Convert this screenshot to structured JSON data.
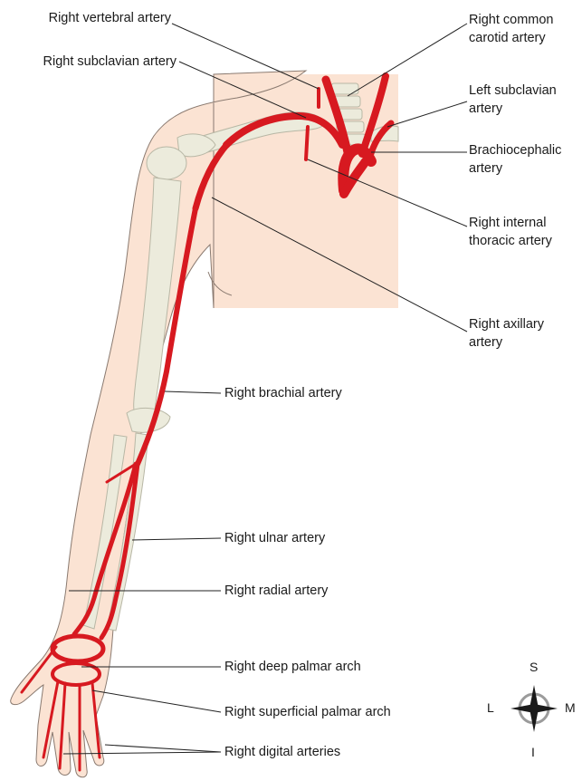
{
  "labels": {
    "right_vertebral_artery": "Right vertebral artery",
    "right_subclavian_artery": "Right subclavian artery",
    "right_common_carotid_artery_line1": "Right common",
    "right_common_carotid_artery_line2": "carotid artery",
    "left_subclavian_artery_line1": "Left subclavian",
    "left_subclavian_artery_line2": "artery",
    "brachiocephalic_artery_line1": "Brachiocephalic",
    "brachiocephalic_artery_line2": "artery",
    "right_internal_thoracic_artery_line1": "Right internal",
    "right_internal_thoracic_artery_line2": "thoracic artery",
    "right_axillary_artery_line1": "Right axillary",
    "right_axillary_artery_line2": "artery",
    "right_brachial_artery": "Right brachial artery",
    "right_ulnar_artery": "Right ulnar artery",
    "right_radial_artery": "Right radial artery",
    "right_deep_palmar_arch": "Right deep palmar arch",
    "right_superficial_palmar_arch": "Right superficial palmar arch",
    "right_digital_arteries": "Right digital arteries"
  },
  "compass": {
    "superior": "S",
    "inferior": "I",
    "lateral": "L",
    "medial": "M"
  },
  "colors": {
    "artery": "#d71920",
    "artery_dark": "#a8121a",
    "skin": "#fbe3d3",
    "skin_outline": "#8a7a70",
    "bone": "#ecebdc",
    "bone_outline": "#b8b7a5",
    "leader_line": "#222222"
  }
}
